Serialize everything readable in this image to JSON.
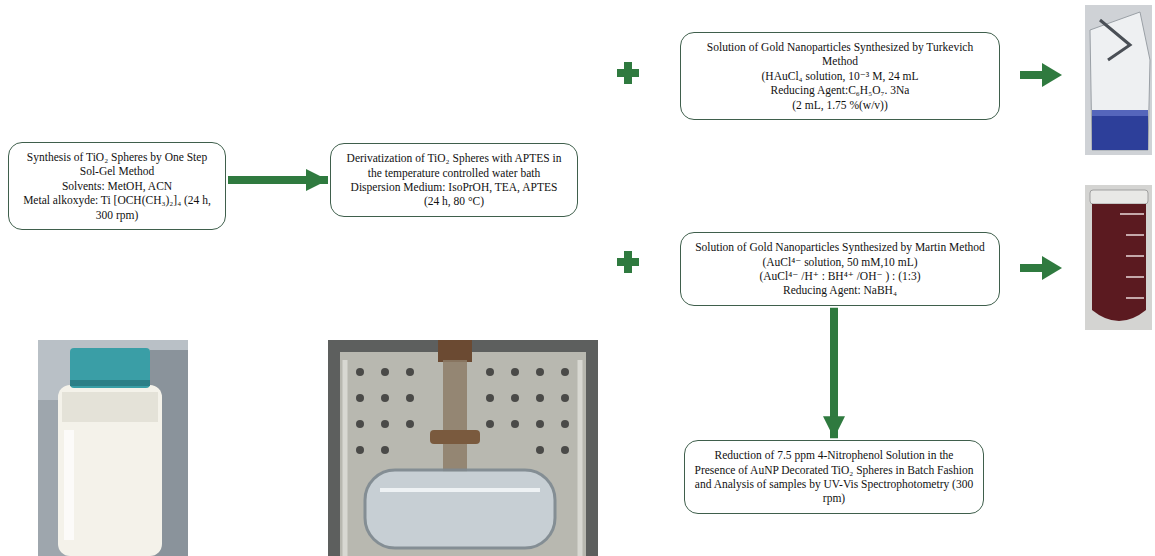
{
  "diagram": {
    "nodes": [
      {
        "text": [
          "Synthesis of TiO₂ Spheres by One Step Sol-Gel Method",
          "Solvents: MetOH, ACN",
          "Metal alkoxyde: Ti [OCH(CH₃)₂]₄ (24 h, 300 rpm)"
        ]
      },
      {
        "text": [
          "Derivatization of TiO₂ Spheres with APTES in the temperature controlled water bath",
          "Dispersion Medium: IsoPrOH, TEA, APTES",
          "(24 h, 80 °C)"
        ]
      },
      {
        "text": [
          "Solution of Gold Nanoparticles Synthesized by Turkevich Method",
          "(HAuCl₄ solution, 10⁻³ M, 24 mL",
          "Reducing Agent:C₆H₅O₇. 3Na",
          "(2 mL, 1.75 %(w/v))"
        ]
      },
      {
        "text": [
          "Solution of Gold Nanoparticles Synthesized by Martin Method",
          "(AuCl⁴⁻ solution, 50 mM,10 mL)",
          "(AuCl⁴⁻ /H⁺ : BH⁴⁺ /OH⁻ ) : (1:3)",
          "Reducing Agent: NaBH₄"
        ]
      },
      {
        "text": [
          "Reduction of 7.5 ppm 4-Nitrophenol Solution in the Presence of AuNP Decorated TiO₂ Spheres in Batch Fashion and Analysis of samples by UV-Vis Spectrophotometry (300 rpm)"
        ]
      }
    ],
    "edges": [
      {
        "from": 0,
        "to": 1,
        "arrow": "to"
      },
      {
        "from": 3,
        "to": 4,
        "arrow": "to"
      }
    ]
  }
}
